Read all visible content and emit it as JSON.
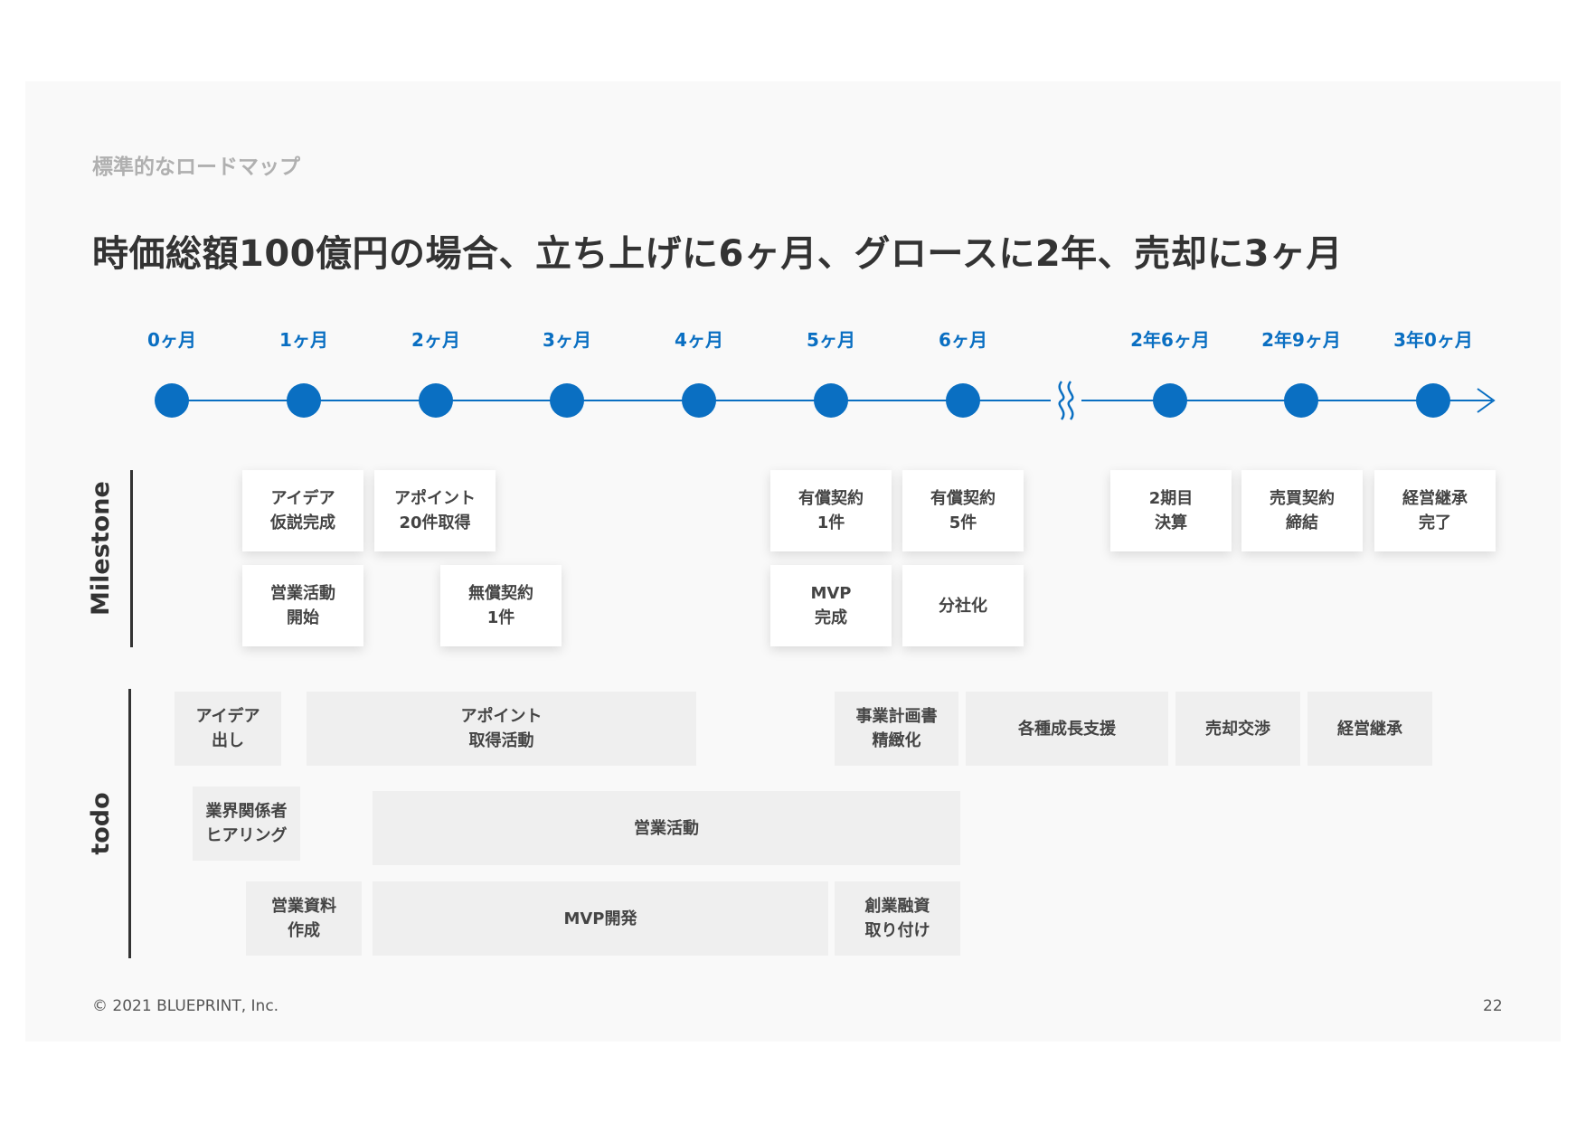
{
  "subtitle": "標準的なロードマップ",
  "title": "時価総額100億円の場合、立ち上げに6ヶ月、グロースに2年、売却に3ヶ月",
  "timeline": {
    "labels": [
      "0ヶ月",
      "1ヶ月",
      "2ヶ月",
      "3ヶ月",
      "4ヶ月",
      "5ヶ月",
      "6ヶ月",
      "2年6ヶ月",
      "2年9ヶ月",
      "3年0ヶ月"
    ],
    "break_symbol": "≈",
    "accent_color": "#0a6fc2"
  },
  "sections": {
    "milestone_label": "Milestone",
    "todo_label": "todo"
  },
  "milestones": [
    "アイデア\n仮説完成",
    "アポイント\n20件取得",
    "営業活動\n開始",
    "無償契約\n1件",
    "有償契約\n1件",
    "有償契約\n5件",
    "MVP\n完成",
    "分社化",
    "2期目\n決算",
    "売買契約\n締結",
    "経営継承\n完了"
  ],
  "todos": [
    "アイデア\n出し",
    "アポイント\n取得活動",
    "事業計画書\n精緻化",
    "各種成長支援",
    "売却交渉",
    "経営継承",
    "業界関係者\nヒアリング",
    "営業活動",
    "営業資料\n作成",
    "MVP開発",
    "創業融資\n取り付け"
  ],
  "footer": {
    "copyright": "© 2021 BLUEPRINT, Inc.",
    "page_number": "22"
  }
}
